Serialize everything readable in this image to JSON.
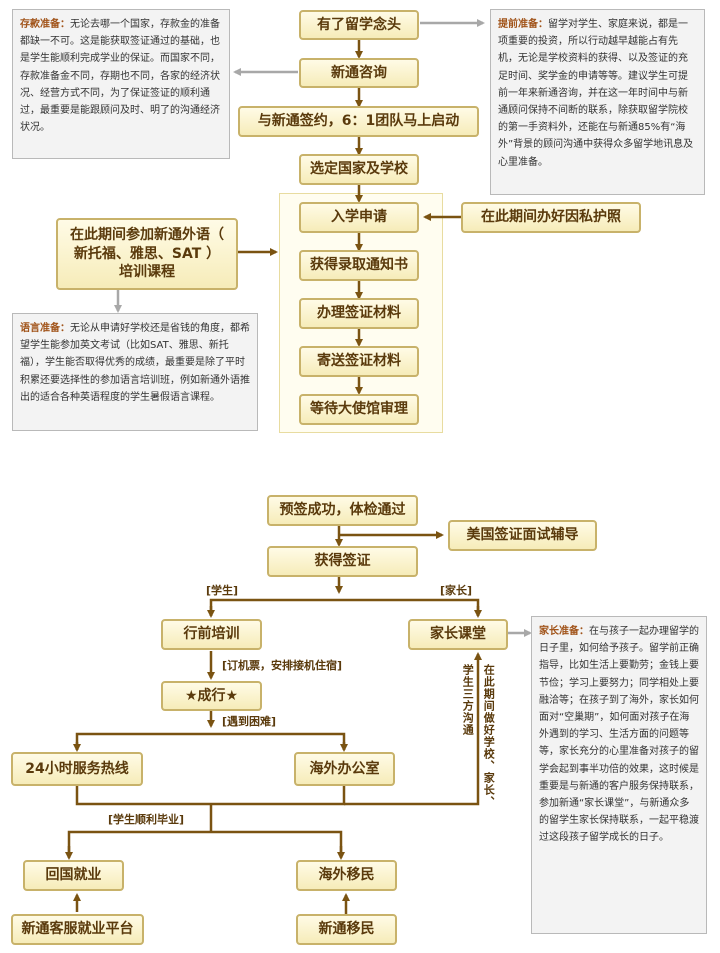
{
  "top": {
    "n_idea": "有了留学念头",
    "n_consult": "新通咨询",
    "n_sign": "与新通签约，6：1团队马上启动",
    "n_select": "选定国家及学校",
    "n_apply": "入学申请",
    "n_offer": "获得录取通知书",
    "n_visa_docs": "办理签证材料",
    "n_send_docs": "寄送签证材料",
    "n_embassy": "等待大使馆审理",
    "n_passport": "在此期间办好因私护照",
    "n_training": "在此期间参加新通外语（ 新托福、雅思、SAT ）培训课程"
  },
  "notes": {
    "deposit_label": "存款准备：",
    "deposit_text": "无论去哪一个国家，存款金的准备都缺一不可。这是能获取签证通过的基础，也是学生能顺利完成学业的保证。而国家不同，存款准备金不同，存期也不同，各家的经济状况、经营方式不同，为了保证签证的顺利通过，最重要是能跟顾问及时、明了的沟通经济状况。",
    "advance_label": "提前准备：",
    "advance_text": "留学对学生、家庭来说，都是一项重要的投资，所以行动越早越能占有先机，无论是学校资料的获得、以及签证的充足时间、奖学金的申请等等。建议学生可提前一年来新通咨询，并在这一年时间中与新通顾问保持不间断的联系，除获取留学院校的第一手资料外，还能在与新通85%有“海外”背景的顾问沟通中获得众多留学地讯息及心里准备。",
    "language_label": "语言准备：",
    "language_text": "无论从申请好学校还是省钱的角度，都希望学生能参加英文考试（比如SAT、雅思、新托福），学生能否取得优秀的成绩，最重要是除了平时积累还要选择性的参加语言培训班，例如新通外语推出的适合各种英语程度的学生暑假语言课程。",
    "parent_label": "家长准备：",
    "parent_text": "在与孩子一起办理留学的日子里，如何给予孩子。留学前正确指导，比如生活上要勤劳；金钱上要节俭；学习上要努力；同学相处上要融洽等；在孩子到了海外，家长如何面对“空巢期”，如何面对孩子在海外遇到的学习、生活方面的问题等等，家长充分的心里准备对孩子的留学会起到事半功倍的效果，这时候是重要是与新通的客户服务保持联系，参加新通“家长课堂”，与新通众多的留学生家长保持联系，一起平稳渡过这段孩子留学成长的日子。"
  },
  "bottom": {
    "n_preapproved": "预签成功，体检通过",
    "n_interview": "美国签证面试辅导",
    "n_visa": "获得签证",
    "tag_student": "[学生]",
    "tag_parent": "[家长]",
    "n_pretrip": "行前培训",
    "tag_ticket": "[订机票，安排接机住宿]",
    "n_departure": "★成行★",
    "tag_trouble": "[遇到困难]",
    "n_hotline": "24小时服务热线",
    "n_office": "海外办公室",
    "n_parent_class": "家长课堂",
    "tag_graduate": "[学生顺利毕业]",
    "n_return_job": "回国就业",
    "n_immigrate": "海外移民",
    "n_job_platform": "新通客服就业平台",
    "n_xt_immigration": "新通移民",
    "vtag_a": "在此期间做好学校、家长、",
    "vtag_b": "学生三方沟通"
  },
  "colors": {
    "arrow_brown": "#7a5312",
    "arrow_gray": "#a8a8a8",
    "node_border": "#c8b26a",
    "label_orange": "#a1541a"
  }
}
